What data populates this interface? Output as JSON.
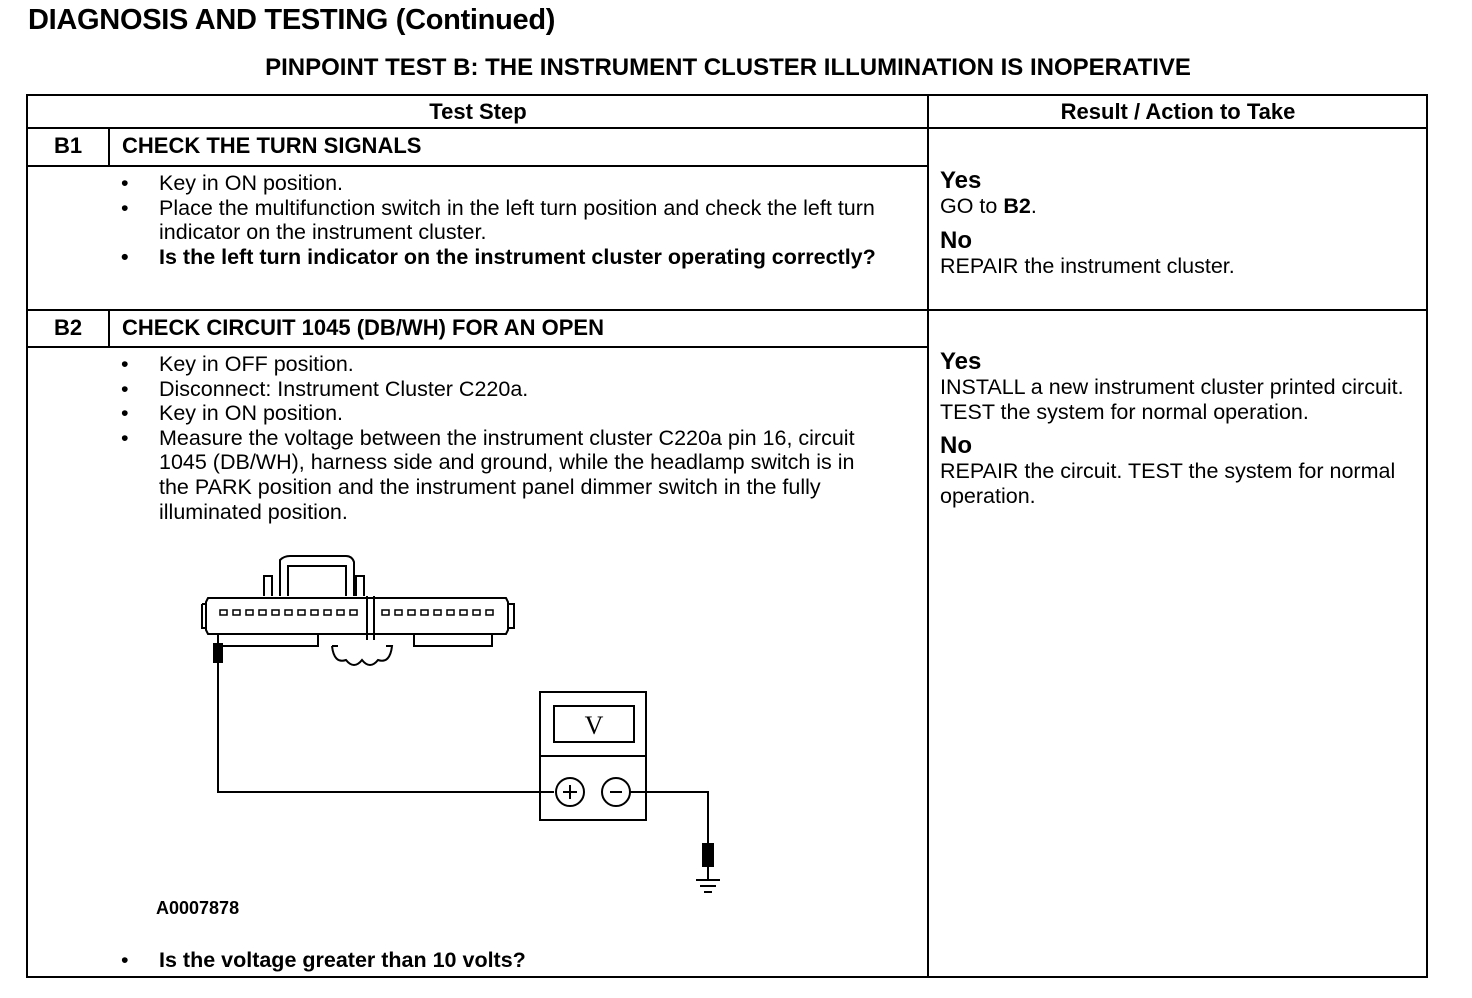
{
  "page_title": "DIAGNOSIS AND TESTING (Continued)",
  "test_title": "PINPOINT TEST  B: THE INSTRUMENT CLUSTER ILLUMINATION IS INOPERATIVE",
  "table": {
    "header_test_step": "Test Step",
    "header_result": "Result / Action to Take"
  },
  "steps": [
    {
      "id": "B1",
      "title": "CHECK THE TURN SIGNALS",
      "bullets": [
        "Key in ON position.",
        "Place the multifunction switch in the left turn position and check the left turn indicator on the instrument cluster."
      ],
      "question": "Is the left turn indicator on the instrument cluster operating correctly?",
      "yes_label": "Yes",
      "yes_text_prefix": "GO to ",
      "yes_text_bold": "B2",
      "yes_text_suffix": ".",
      "no_label": "No",
      "no_text": "REPAIR the instrument cluster."
    },
    {
      "id": "B2",
      "title": "CHECK CIRCUIT 1045 (DB/WH) FOR AN OPEN",
      "bullets": [
        "Key in OFF position.",
        "Disconnect: Instrument Cluster C220a.",
        "Key in ON position.",
        "Measure the voltage between the instrument cluster C220a pin 16, circuit 1045 (DB/WH), harness side and ground, while the headlamp switch is in the PARK position and the instrument panel dimmer switch in the fully illuminated position."
      ],
      "figure_code": "A0007878",
      "meter_label": "V",
      "question": "Is the voltage greater than 10 volts?",
      "yes_label": "Yes",
      "yes_text": "INSTALL a new instrument cluster printed circuit. TEST the system for normal operation.",
      "no_label": "No",
      "no_text": "REPAIR the circuit. TEST the system for normal operation."
    }
  ]
}
